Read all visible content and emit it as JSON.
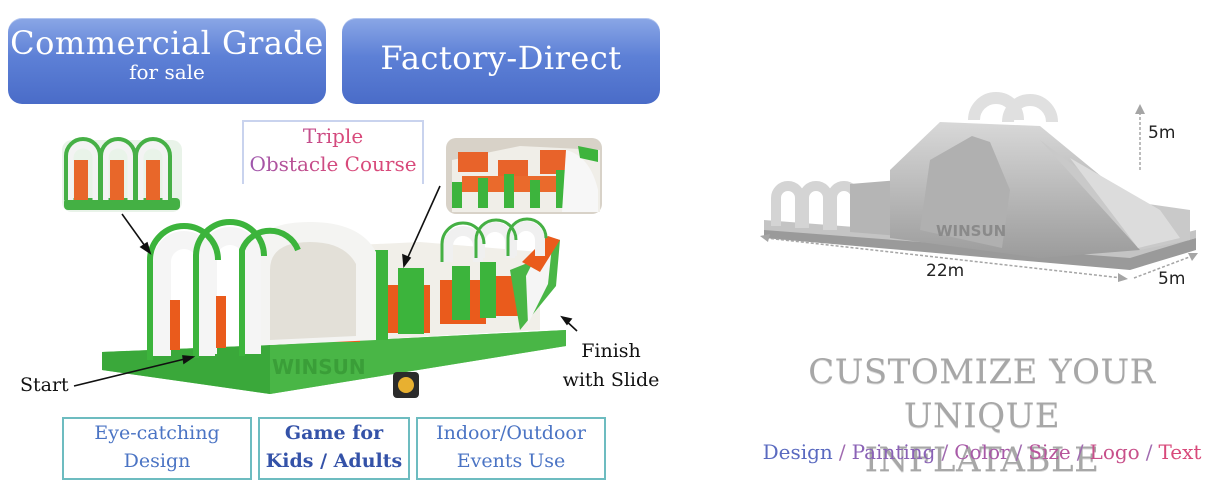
{
  "banners": {
    "commercial_title": "Commercial Grade",
    "commercial_sub": "for sale",
    "factory": "Factory-Direct"
  },
  "title_box": {
    "line1": "Triple",
    "line2": "Obstacle Course"
  },
  "labels": {
    "start": "Start",
    "finish_line1": "Finish",
    "finish_line2": "with Slide",
    "logo": "WINSUN"
  },
  "features": [
    {
      "line1": "Eye-catching",
      "line2": "Design"
    },
    {
      "line1": "Game for",
      "line2": "Kids / Adults"
    },
    {
      "line1": "Indoor/Outdoor",
      "line2": "Events Use"
    }
  ],
  "dimensions": {
    "height": "5m",
    "length": "22m",
    "width": "5m"
  },
  "customize": {
    "line1": "CUSTOMIZE YOUR UNIQUE",
    "line2": "INFLATABLE",
    "options": [
      "Design",
      "Painting",
      "Color",
      "Size",
      "Logo",
      "Text"
    ],
    "separator": "/"
  },
  "colors": {
    "banner_blue": "#5d80d6",
    "inflatable_green": "#3cb43c",
    "inflatable_orange": "#e85a1e",
    "feature_border": "#6dbcc0",
    "option_blue": "#5a6ac0",
    "option_pink": "#d8497a"
  }
}
